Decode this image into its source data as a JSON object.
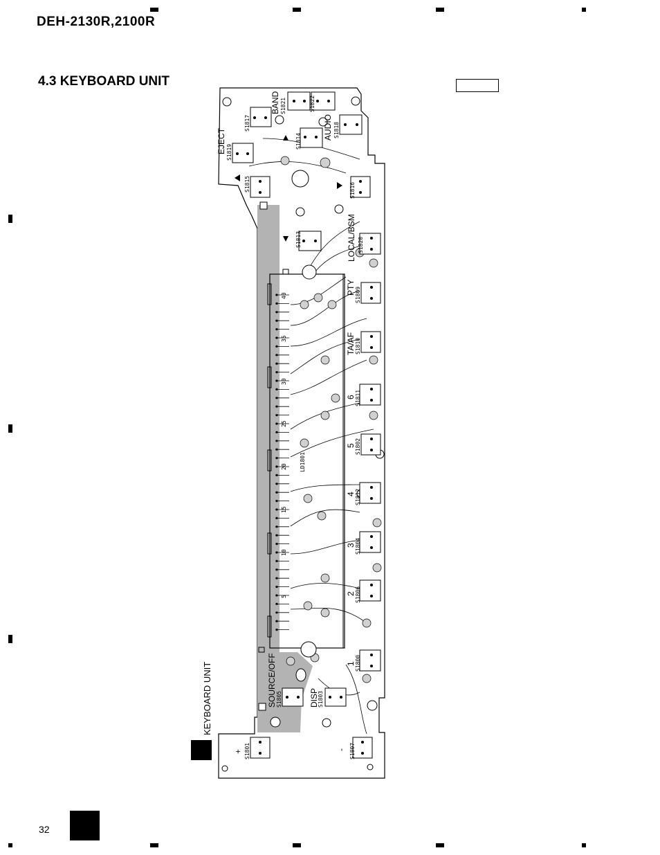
{
  "header": {
    "model": "DEH-2130R,2100R"
  },
  "section": {
    "title": "4.3 KEYBOARD UNIT"
  },
  "side_label": "KEYBOARD UNIT",
  "page_number": "32",
  "board": {
    "display_ref": "LD1801",
    "lcd_pin_numbers": [
      "40",
      "35",
      "30",
      "25",
      "20",
      "15",
      "10",
      "5"
    ],
    "switches": [
      {
        "ref": "S1817"
      },
      {
        "ref": "S1821"
      },
      {
        "ref": "S1822"
      },
      {
        "ref": "S1819"
      },
      {
        "ref": "S1814"
      },
      {
        "ref": "S1818"
      },
      {
        "ref": "S1815"
      },
      {
        "ref": "S1816"
      },
      {
        "ref": "S1813"
      },
      {
        "ref": "S1820"
      },
      {
        "ref": "S1809"
      },
      {
        "ref": "S1810"
      },
      {
        "ref": "S1811"
      },
      {
        "ref": "S1802"
      },
      {
        "ref": "S1812"
      },
      {
        "ref": "S1804"
      },
      {
        "ref": "S1806"
      },
      {
        "ref": "S1800"
      },
      {
        "ref": "S1805"
      },
      {
        "ref": "S1803"
      },
      {
        "ref": "S1801"
      },
      {
        "ref": "S1807"
      }
    ],
    "button_labels": {
      "band": "BAND",
      "audio": "AUDIO",
      "eject": "EJECT",
      "local_bsm": "LOCAL/BSM",
      "pty": "PTY",
      "ta_af": "TA/AF",
      "n6": "6",
      "n5": "5",
      "n4": "4",
      "n3": "3",
      "n2": "2",
      "n1": "1",
      "source_off": "SOURCE/OFF",
      "disp": "DISP",
      "plus": "+",
      "minus": "-"
    }
  }
}
